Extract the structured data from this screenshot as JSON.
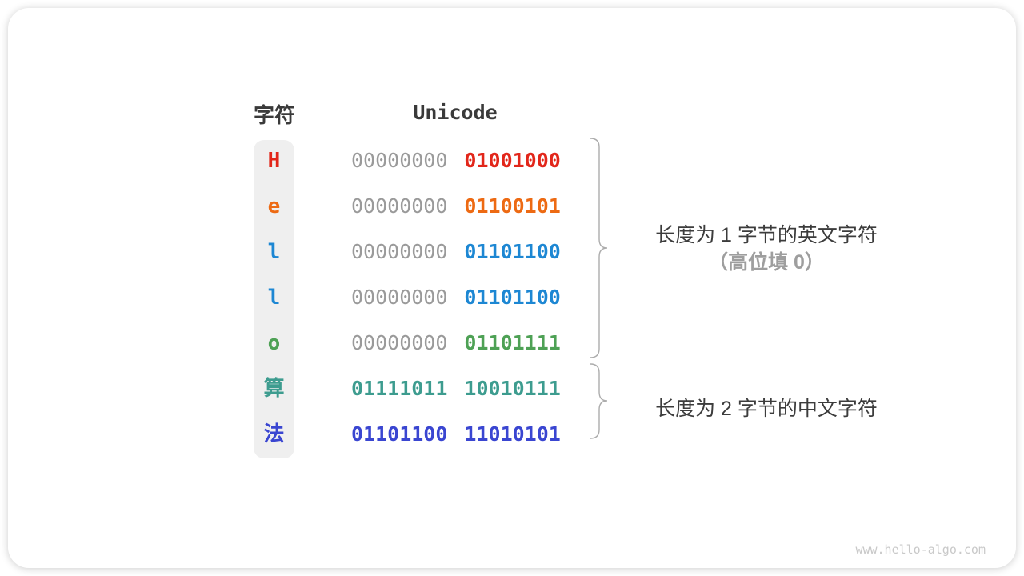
{
  "watermark": "www.hello-algo.com",
  "table": {
    "char_header": "字符",
    "unicode_header": "Unicode",
    "rows": [
      {
        "char": "H",
        "byte1": "00000000",
        "byte2": "01001000",
        "color": "#e2261a",
        "byte1_colored": false
      },
      {
        "char": "e",
        "byte1": "00000000",
        "byte2": "01100101",
        "color": "#ed6a13",
        "byte1_colored": false
      },
      {
        "char": "l",
        "byte1": "00000000",
        "byte2": "01101100",
        "color": "#1d87d3",
        "byte1_colored": false
      },
      {
        "char": "l",
        "byte1": "00000000",
        "byte2": "01101100",
        "color": "#1d87d3",
        "byte1_colored": false
      },
      {
        "char": "o",
        "byte1": "00000000",
        "byte2": "01101111",
        "color": "#4ea155",
        "byte1_colored": false
      },
      {
        "char": "算",
        "byte1": "01111011",
        "byte2": "10010111",
        "color": "#3d9c8f",
        "byte1_colored": true
      },
      {
        "char": "法",
        "byte1": "01101100",
        "byte2": "11010101",
        "color": "#3a46d1",
        "byte1_colored": true
      }
    ]
  },
  "annotations": {
    "english_group_line1": "长度为 1 字节的英文字符",
    "english_group_line2": "（高位填 0）",
    "chinese_group": "长度为 2 字节的中文字符"
  },
  "colors": {
    "gray_byte": "#9a9a9a",
    "header_text": "#3a3a3a",
    "annotation_text": "#3c3c3c",
    "annotation_muted": "#9e9e9e",
    "brace": "#acacac",
    "char_column_bg": "#efefef",
    "watermark": "#c9c9c9"
  }
}
